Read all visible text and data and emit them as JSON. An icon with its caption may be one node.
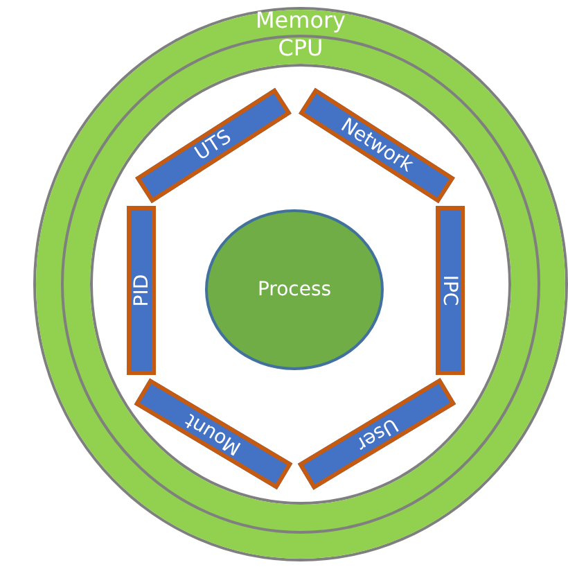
{
  "diagram": {
    "nodes": [
      {
        "text": [
          "Memory"
        ]
      },
      {
        "text": [
          "CPU"
        ],
        "in": 0
      },
      {
        "text": [
          "UTS"
        ],
        "in": 1
      },
      {
        "text": [
          "Network"
        ],
        "in": 1
      },
      {
        "text": [
          "PID"
        ],
        "in": 1
      },
      {
        "text": [
          "Process"
        ],
        "in": 1
      },
      {
        "text": [
          "IPC"
        ],
        "in": 1
      },
      {
        "text": [
          "Mount"
        ],
        "in": 1
      },
      {
        "text": [
          "User"
        ],
        "in": 1
      }
    ]
  }
}
